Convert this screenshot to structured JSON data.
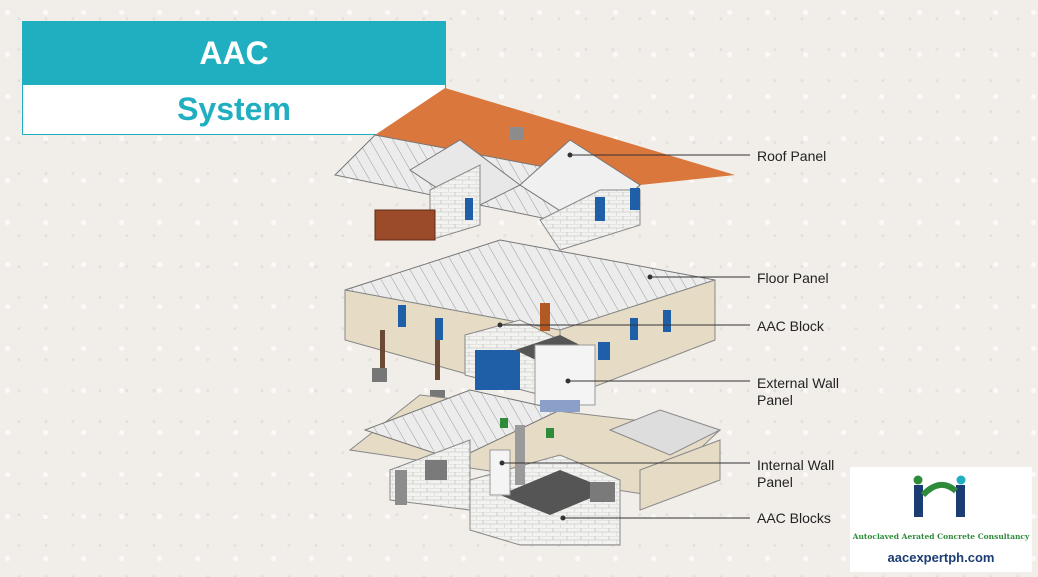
{
  "title": {
    "line1": "AAC",
    "line2": "System"
  },
  "labels": [
    {
      "id": "roof",
      "text": "Roof Panel"
    },
    {
      "id": "floor",
      "text": "Floor Panel"
    },
    {
      "id": "block",
      "text": "AAC Block"
    },
    {
      "id": "external",
      "text": "External Wall\nPanel"
    },
    {
      "id": "internal",
      "text": "Internal Wall\nPanel"
    },
    {
      "id": "blocks",
      "text": "AAC Blocks"
    }
  ],
  "logo": {
    "tagline": "Autoclaved Aerated Concrete Consultancy",
    "url": "aacexpertph.com"
  },
  "colors": {
    "accent": "#1fafc0",
    "roof": "#d9773d",
    "logo_green": "#2e8b3a",
    "logo_blue": "#1b3d73"
  }
}
